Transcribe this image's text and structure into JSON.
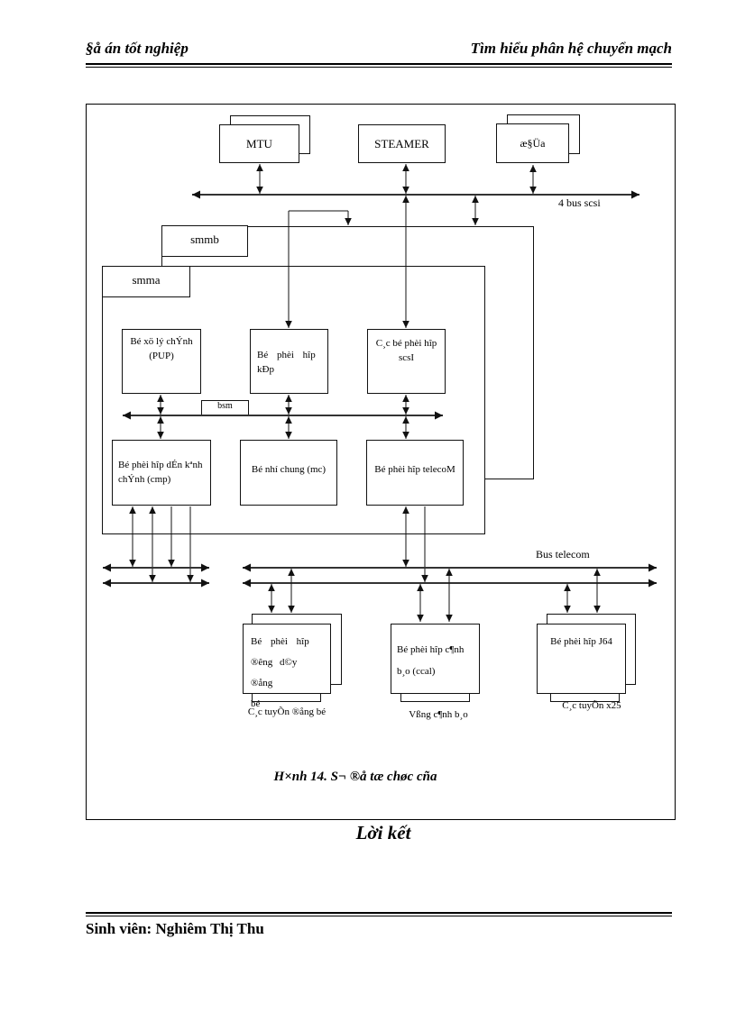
{
  "page": {
    "header_left": "§å án tốt nghiệp",
    "header_right": "Tìm hiểu phân hệ chuyển mạch",
    "closing": "Lời kết",
    "footer": "Sinh viên: Nghiêm  Thị Thu"
  },
  "diagram": {
    "caption": "H×nh  14. S¬  ®å tæ chøc cña",
    "top_row": {
      "mtu": "MTU",
      "steamer": "STEAMER",
      "disk": "æ§Üa"
    },
    "bus_labels": {
      "scsi": "4 bus scsi",
      "bsm": "bsm",
      "telecom": "Bus telecom"
    },
    "tabs": {
      "smmb": "smmb",
      "smma": "smma"
    },
    "mid_row": {
      "pup": [
        "Bé xö lý chÝnh",
        "(PUP)"
      ],
      "kep": [
        "Bé phèi hîp",
        "kÐp"
      ],
      "scsi_adapters": [
        "C¸c bé phèi hîp",
        "scsI"
      ]
    },
    "row2": {
      "cmp": [
        "Bé phèi hîp dÉn kªnh",
        "chÝnh (cmp)"
      ],
      "mc": "Bé nhí chung (mc)",
      "telecom": "Bé phèi hîp telecoM"
    },
    "bottom_row": {
      "sync": [
        "Bé phèi hîp",
        "®êng d©y ®ång",
        "bé"
      ],
      "alarm": [
        "Bé phèi hîp c¶nh",
        "b¸o (ccal)"
      ],
      "j64": "Bé phèi hîp J64"
    },
    "bottom_labels": {
      "sync": "C¸c tuyÕn ®ång bé",
      "alarm": "Vßng c¶nh b¸o",
      "x25": "C¸c tuyÕn x25"
    }
  }
}
